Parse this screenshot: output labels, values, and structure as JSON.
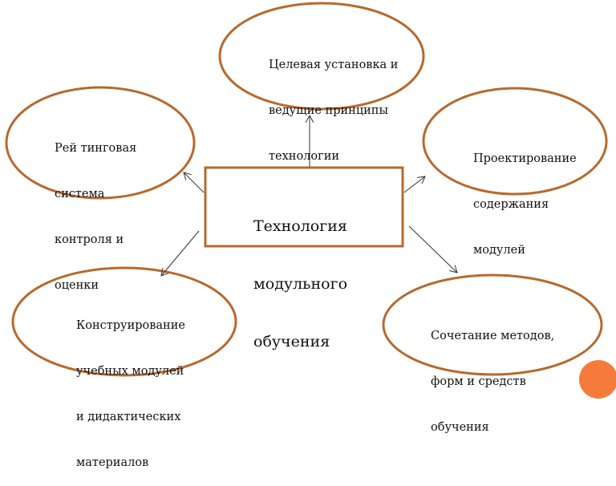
{
  "center": {
    "lines": [
      "Технология",
      "модульного",
      "обучения"
    ]
  },
  "nodes": [
    {
      "id": "top",
      "lines": [
        "Целевая установка и",
        "ведущие принципы",
        "технологии"
      ]
    },
    {
      "id": "left",
      "lines": [
        "Рей тинговая",
        "система",
        "контроля и",
        "оценки"
      ]
    },
    {
      "id": "right",
      "lines": [
        "Проектирование",
        "содержания",
        "модулей"
      ]
    },
    {
      "id": "bottom-left",
      "lines": [
        "Конструирование",
        "учебных модулей",
        "и дидактических",
        "материалов"
      ]
    },
    {
      "id": "bottom-right",
      "lines": [
        "Сочетание методов,",
        "форм и средств",
        "обучения"
      ]
    }
  ],
  "colors": {
    "border": "#b8692e",
    "arrow": "#333333",
    "accent": "#f47b3a"
  }
}
